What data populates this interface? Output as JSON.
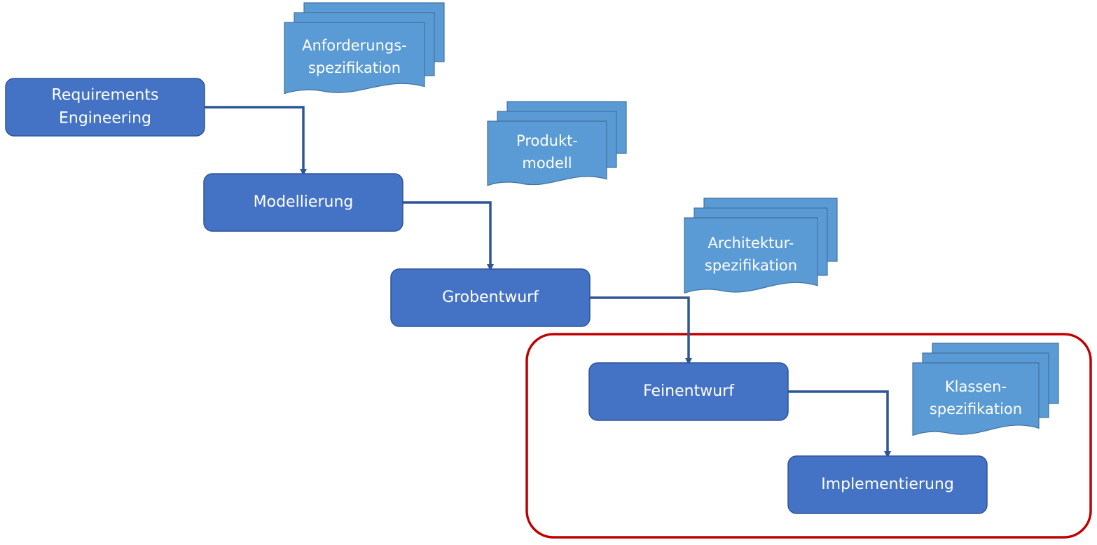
{
  "colors": {
    "phase_fill": "#4472C4",
    "phase_stroke": "#2F5597",
    "document_fill": "#5B9BD5",
    "document_stroke": "#41719C",
    "connector": "#2F5597",
    "highlight": "#C00000"
  },
  "phases": [
    {
      "id": "requirements",
      "lines": [
        "Requirements",
        "Engineering"
      ]
    },
    {
      "id": "modellierung",
      "lines": [
        "Modellierung"
      ]
    },
    {
      "id": "grobentwurf",
      "lines": [
        "Grobentwurf"
      ]
    },
    {
      "id": "feinentwurf",
      "lines": [
        "Feinentwurf"
      ]
    },
    {
      "id": "implementierung",
      "lines": [
        "Implementierung"
      ]
    }
  ],
  "documents": [
    {
      "id": "anforderungsspezifikation",
      "lines": [
        "Anforderungs-",
        "spezifikation"
      ]
    },
    {
      "id": "produktmodell",
      "lines": [
        "Produkt-",
        "modell"
      ]
    },
    {
      "id": "architekturspezifikation",
      "lines": [
        "Architektur-",
        "spezifikation"
      ]
    },
    {
      "id": "klassenspezifikation",
      "lines": [
        "Klassen-",
        "spezifikation"
      ]
    }
  ],
  "connectors": [
    {
      "from": "requirements",
      "to": "modellierung"
    },
    {
      "from": "modellierung",
      "to": "grobentwurf"
    },
    {
      "from": "grobentwurf",
      "to": "feinentwurf"
    },
    {
      "from": "feinentwurf",
      "to": "implementierung"
    }
  ],
  "highlight_group": [
    "feinentwurf",
    "implementierung",
    "klassenspezifikation"
  ]
}
